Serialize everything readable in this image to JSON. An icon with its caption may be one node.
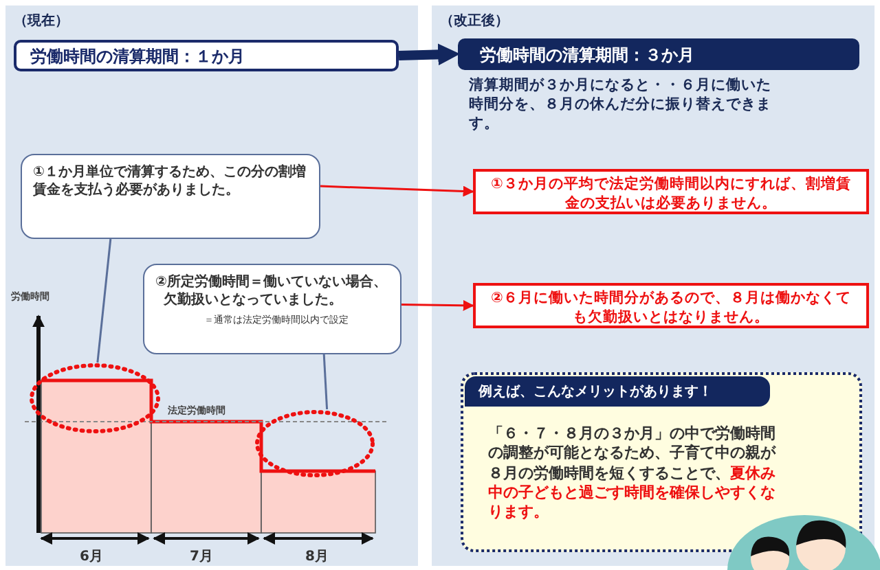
{
  "diagram": {
    "nodes": [
      {
        "text": [
          "（現在）"
        ]
      },
      {
        "text": [
          "（改正後）"
        ]
      },
      {
        "text": [
          "労働時間の清算期間：１か月"
        ],
        "in": 0
      },
      {
        "text": [
          "労働時間の清算期間：３か月"
        ],
        "in": 1
      },
      {
        "text": [
          "①１か月単位で清算するため、この分の割増賃金を支払う必要がありました。"
        ],
        "in": 0
      },
      {
        "text": [
          "②所定労働時間＝働いていない場合、欠勤扱いとなっていました。",
          "＝通常は法定労働時間以内で設定"
        ],
        "in": 0
      },
      {
        "text": [
          "①３か月の平均で法定労働時間以内にすれば、割増賃金の支払いは必要ありません。"
        ],
        "in": 1
      },
      {
        "text": [
          "②６月に働いた時間分があるので、８月は働かなくても欠勤扱いとはなりません。"
        ],
        "in": 1
      },
      {
        "text": [
          "例えば、こんなメリットがあります！",
          "「６・７・８月の３か月」の中で労働時間の調整が可能となるため、子育て中の親が８月の労働時間を短くすることで、**夏休み中の子どもと過ごす時間を確保しやすくなります。**"
        ],
        "in": 1
      },
      {
        "text": [],
        "shape": "circle",
        "in": 0
      },
      {
        "text": [],
        "shape": "circle",
        "in": 0
      }
    ],
    "edges": [
      {
        "from": 2,
        "to": 3,
        "arrow": "to",
        "style": "thick",
        "color": "#13275e"
      },
      {
        "from": 4,
        "to": 6,
        "arrow": "to",
        "color": "#ee1111"
      },
      {
        "from": 5,
        "to": 7,
        "arrow": "to",
        "color": "#ee1111"
      },
      {
        "from": 4,
        "to": 9,
        "arrow": "none",
        "color": "#5a6f9a"
      },
      {
        "from": 5,
        "to": 10,
        "arrow": "none",
        "color": "#5a6f9a"
      }
    ],
    "labels": [
      "清算期間が３か月になると・・６月に働いた時間分を、８月の休んだ分に振り替えできます。",
      "労働時間",
      "法定労働時間",
      "6月",
      "7月",
      "8月"
    ]
  }
}
